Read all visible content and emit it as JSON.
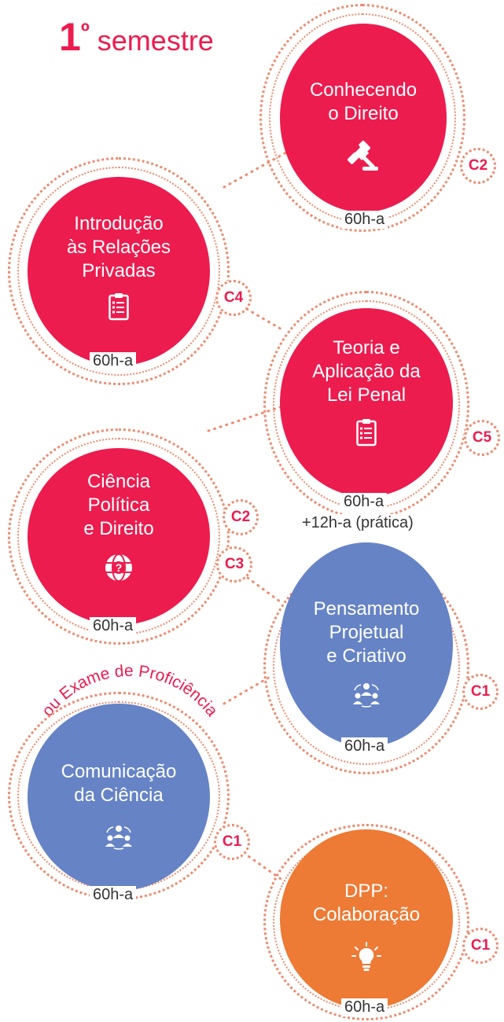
{
  "heading": {
    "number": "1",
    "ordinal": "º",
    "word": "semestre"
  },
  "arc_label": "ou Exame de Proficiência",
  "courses": [
    {
      "title": [
        "Conhecendo",
        "o Direito"
      ],
      "hours": "60h-a",
      "extra": "",
      "badges": [
        "C2"
      ],
      "icon": "gavel-icon",
      "color": "#ec1c4f"
    },
    {
      "title": [
        "Introdução",
        "às Relações",
        "Privadas"
      ],
      "hours": "60h-a",
      "extra": "",
      "badges": [
        "C4"
      ],
      "icon": "clipboard-icon",
      "color": "#ec1c4f"
    },
    {
      "title": [
        "Teoria e",
        "Aplicação da",
        "Lei Penal"
      ],
      "hours": "60h-a",
      "extra": "+12h-a (prática)",
      "badges": [
        "C5"
      ],
      "icon": "clipboard-icon",
      "color": "#ec1c4f"
    },
    {
      "title": [
        "Ciência",
        "Política",
        "e Direito"
      ],
      "hours": "60h-a",
      "extra": "",
      "badges": [
        "C2",
        "C3"
      ],
      "icon": "globe-question-icon",
      "color": "#ec1c4f"
    },
    {
      "title": [
        "Pensamento",
        "Projetual",
        "e Criativo"
      ],
      "hours": "60h-a",
      "extra": "",
      "badges": [
        "C1"
      ],
      "icon": "team-cycle-icon",
      "color": "#6683c5"
    },
    {
      "title": [
        "Comunicação",
        "da Ciência"
      ],
      "hours": "60h-a",
      "extra": "",
      "badges": [
        "C1"
      ],
      "icon": "team-cycle-icon",
      "color": "#6683c5"
    },
    {
      "title": [
        "DPP:",
        "Colaboração"
      ],
      "hours": "60h-a",
      "extra": "",
      "badges": [
        "C1"
      ],
      "icon": "lightbulb-icon",
      "color": "#ed7a35"
    }
  ]
}
